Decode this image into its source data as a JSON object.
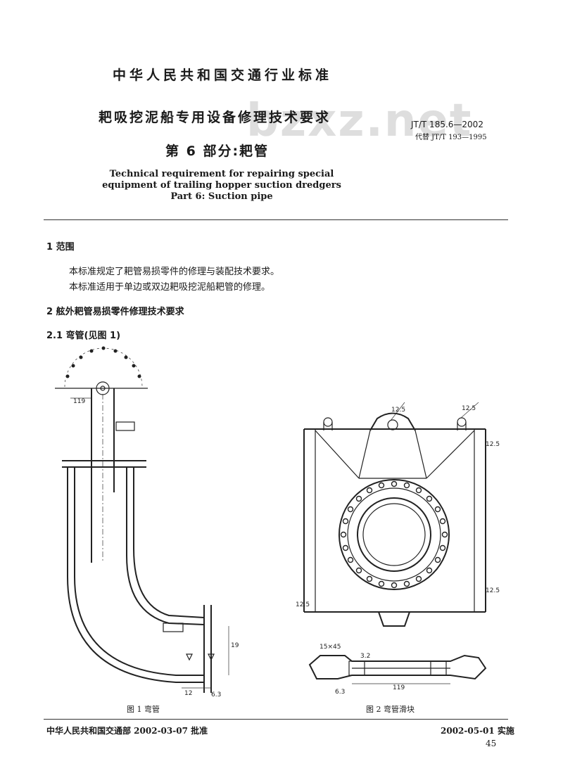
{
  "header": {
    "standard_org": "中华人民共和国交通行业标准",
    "title_cn": "耙吸挖泥船专用设备修理技术要求",
    "part_cn": "第 6 部分:耙管",
    "std_code": "JT/T 185.6—2002",
    "std_replace": "代替 JT/T 193—1995",
    "watermark": "bzxz.net",
    "title_en": [
      "Technical requirement for repairing special",
      "equipment of trailing hopper suction dredgers",
      "Part 6: Suction pipe"
    ]
  },
  "body": {
    "section1_heading": "1  范围",
    "section1_p1": "本标准规定了耙管易损零件的修理与装配技术要求。",
    "section1_p2": "本标准适用于单边或双边耙吸挖泥船耙管的修理。",
    "section2_heading": "2  舷外耙管易损零件修理技术要求",
    "section21_heading": "2.1  弯管(见图 1)"
  },
  "figures": {
    "fig1_caption": "图 1  弯管",
    "fig2_caption": "图 2  弯管滑块",
    "fig1_labels": [
      "119",
      "6.3",
      "12",
      "19"
    ],
    "fig2_labels": [
      "12.5",
      "12.5",
      "12.5",
      "12.5",
      "12.5",
      "15×45",
      "3.2",
      "6.3",
      "119"
    ]
  },
  "footer": {
    "approve": "中华人民共和国交通部   2002-03-07 批准",
    "implement": "2002-05-01 实施",
    "page": "45"
  }
}
